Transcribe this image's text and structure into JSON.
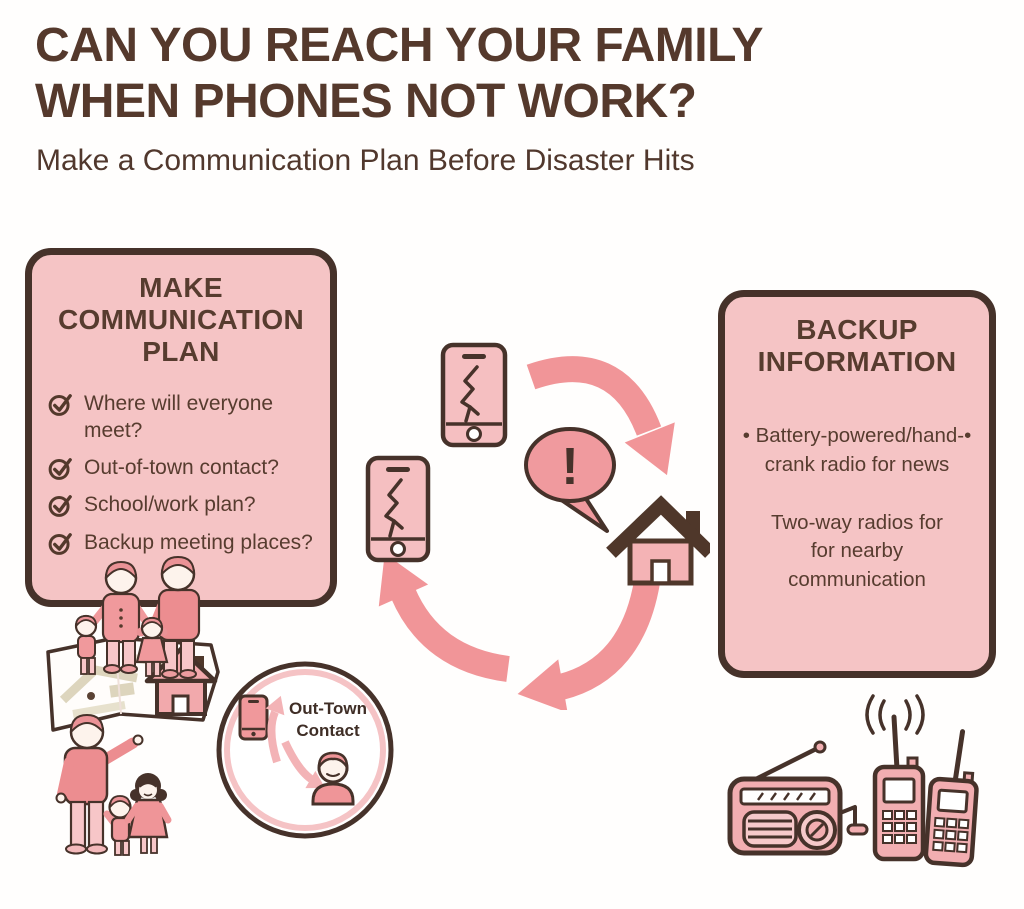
{
  "header": {
    "title_line1": "CAN YOU REACH YOUR FAMILY",
    "title_line2": "WHEN PHONES NOT WORK?",
    "subtitle": "Make a Communication Plan Before Disaster Hits"
  },
  "plan_panel": {
    "title_line1": "MAKE",
    "title_line2": "COMMUNICATION",
    "title_line3": "PLAN",
    "items": [
      "Where will everyone meet?",
      "Out-of-town contact?",
      "School/work plan?",
      "Backup meeting places?"
    ]
  },
  "backup_panel": {
    "title_line1": "BACKUP",
    "title_line2": "INFORMATION",
    "bullet1_line1": "• Battery-powered/hand-•",
    "bullet1_line2": "crank radio for news",
    "bullet2_line1": "Two-way radios for",
    "bullet2_line2": "for nearby",
    "bullet2_line3": "communication"
  },
  "center_cycle": {
    "alert_mark": "!"
  },
  "contact_circle": {
    "label_line1": "Out-Town",
    "label_line2": "Contact"
  },
  "icons": {
    "checkmark": "circle with check",
    "cracked-phone": "smartphone with cracked screen",
    "alert-bubble": "speech bubble with exclamation",
    "house": "house with chimney",
    "cycle-arrows": "three curved arrows forming a cycle",
    "radio": "hand-crank emergency radio",
    "walkie-talkie": "two-way handheld radio"
  },
  "colors": {
    "text_brown": "#55392c",
    "outline_brown": "#46322a",
    "panel_pink": "#f5c4c5",
    "arrow_pink": "#f19598",
    "bubble_pink": "#f09a9e",
    "item_pink": "#f2aeb1",
    "clothes_pink": "#ec8d90"
  }
}
